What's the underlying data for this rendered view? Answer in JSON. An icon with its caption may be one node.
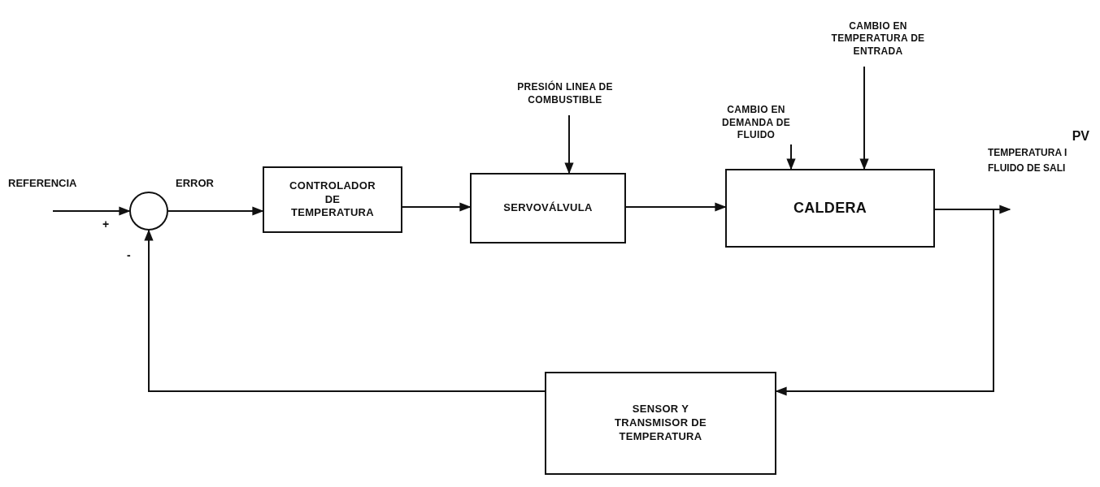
{
  "diagram": {
    "nodes": [
      {
        "text": [],
        "shape": "circle"
      },
      {
        "text": [
          "CONTROLADOR DE TEMPERATURA"
        ]
      },
      {
        "text": [
          "SERVOVÁLVULA"
        ]
      },
      {
        "text": [
          "CALDERA"
        ]
      },
      {
        "text": [
          "SENSOR Y TRANSMISOR DE TEMPERATURA"
        ]
      },
      {
        "text": [
          "PRESIÓN LINEA DE COMBUSTIBLE"
        ]
      },
      {
        "text": [
          "CAMBIO EN DEMANDA DE FLUIDO"
        ]
      },
      {
        "text": [
          "CAMBIO EN TEMPERATURA DE ENTRADA"
        ]
      }
    ],
    "edges": [
      {
        "from": null,
        "to": 0,
        "arrow": "to",
        "label": "REFERENCIA"
      },
      {
        "from": 0,
        "to": 1,
        "arrow": "to",
        "label": "ERROR"
      },
      {
        "from": 1,
        "to": 2,
        "arrow": "to"
      },
      {
        "from": 2,
        "to": 3,
        "arrow": "to"
      },
      {
        "from": 3,
        "to": null,
        "arrow": "to"
      },
      {
        "from": 3,
        "to": 4,
        "arrow": "to"
      },
      {
        "from": 4,
        "to": 0,
        "arrow": "to"
      },
      {
        "from": 5,
        "to": 2,
        "arrow": "to"
      },
      {
        "from": 6,
        "to": 3,
        "arrow": "to"
      },
      {
        "from": 7,
        "to": 3,
        "arrow": "to"
      }
    ],
    "labels": [
      "PV",
      "TEMPERATURA I",
      "FLUIDO DE SALI",
      "+",
      "-"
    ]
  }
}
